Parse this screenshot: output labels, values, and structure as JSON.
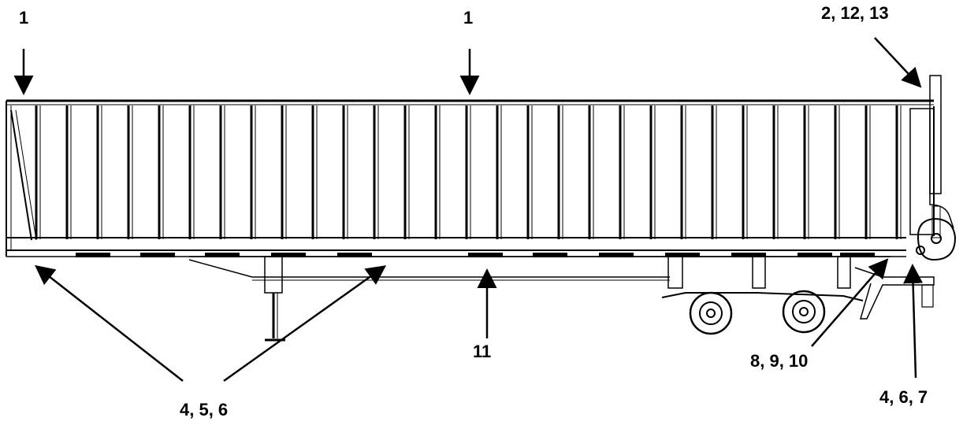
{
  "diagram": {
    "callouts": [
      {
        "id": "c1a",
        "label": "1"
      },
      {
        "id": "c1b",
        "label": "1"
      },
      {
        "id": "c2",
        "label": "2, 12, 13"
      },
      {
        "id": "c3",
        "label": "11"
      },
      {
        "id": "c4",
        "label": "4, 5, 6"
      },
      {
        "id": "c5",
        "label": "8, 9, 10"
      },
      {
        "id": "c6",
        "label": "4, 6, 7"
      }
    ],
    "colors": {
      "line": "#000000",
      "background": "#ffffff"
    }
  }
}
